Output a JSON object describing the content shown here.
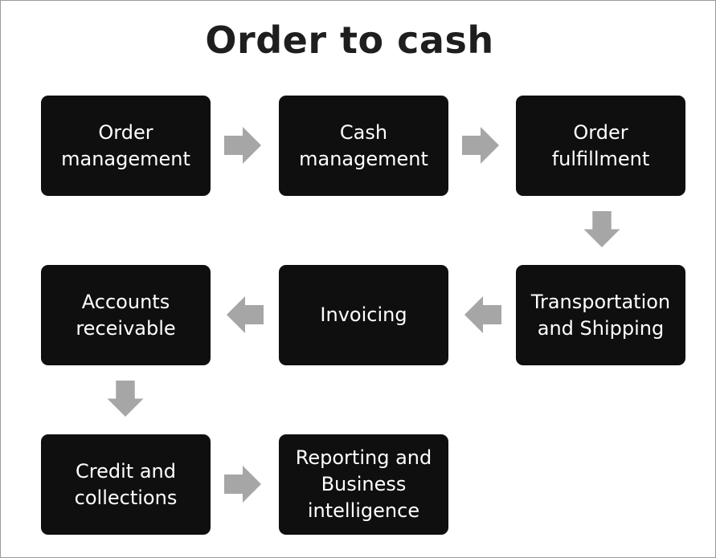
{
  "title": "Order to cash",
  "steps": [
    {
      "label": "Order\nmanagement"
    },
    {
      "label": "Cash\nmanagement"
    },
    {
      "label": "Order\nfulfillment"
    },
    {
      "label": "Transportation\nand Shipping"
    },
    {
      "label": "Invoicing"
    },
    {
      "label": "Accounts\nreceivable"
    },
    {
      "label": "Credit and\ncollections"
    },
    {
      "label": "Reporting and\nBusiness\nintelligence"
    }
  ],
  "colors": {
    "box": "#0f0f0f",
    "box_text": "#ffffff",
    "arrow": "#a6a6a6",
    "title": "#1e1e1e"
  },
  "arrows": [
    {
      "from": "Order management",
      "to": "Cash management",
      "direction": "right"
    },
    {
      "from": "Cash management",
      "to": "Order fulfillment",
      "direction": "right"
    },
    {
      "from": "Order fulfillment",
      "to": "Transportation and Shipping",
      "direction": "down"
    },
    {
      "from": "Transportation and Shipping",
      "to": "Invoicing",
      "direction": "left"
    },
    {
      "from": "Invoicing",
      "to": "Accounts receivable",
      "direction": "left"
    },
    {
      "from": "Accounts receivable",
      "to": "Credit and collections",
      "direction": "down"
    },
    {
      "from": "Credit and collections",
      "to": "Reporting and Business intelligence",
      "direction": "right"
    }
  ]
}
